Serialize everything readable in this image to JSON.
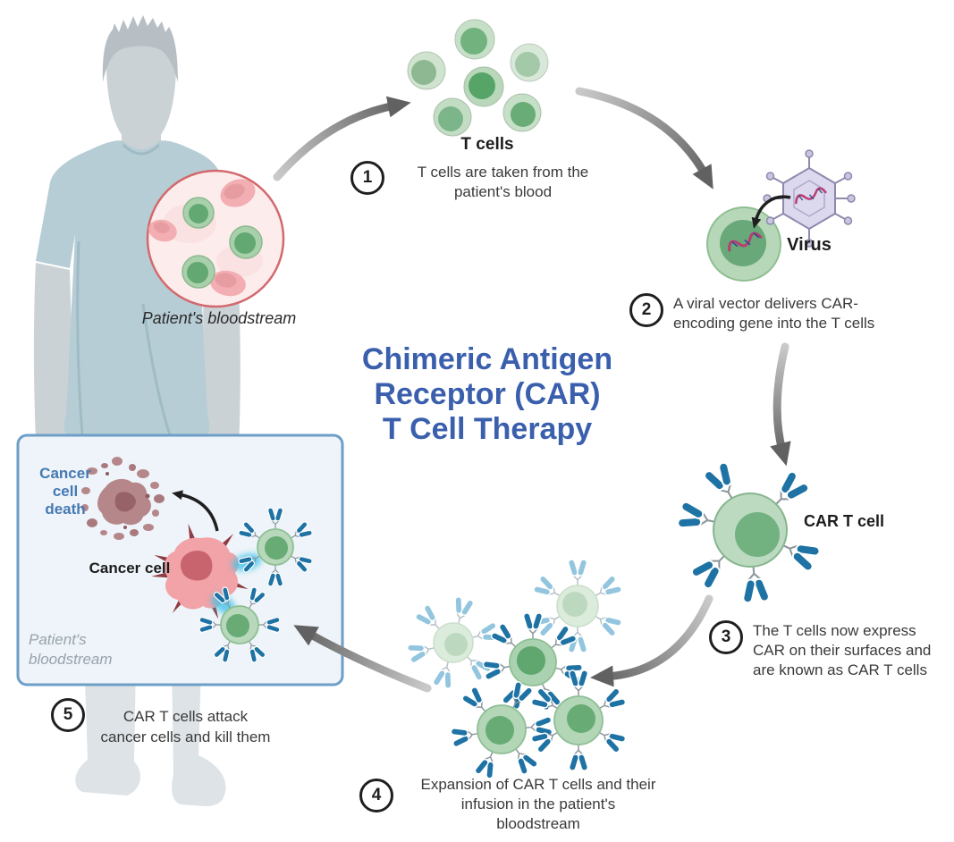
{
  "title": "Chimeric Antigen\nReceptor (CAR)\nT Cell Therapy",
  "labels": {
    "patient_bloodstream": "Patient's bloodstream",
    "t_cells": "T cells",
    "virus": "Virus",
    "car_t_cell": "CAR T cell",
    "cancer_cell": "Cancer cell",
    "cancer_cell_death": "Cancer\ncell\ndeath",
    "box_bloodstream": "Patient's\nbloodstream"
  },
  "steps": [
    {
      "number": "1",
      "text": "T cells are taken from the\npatient's blood"
    },
    {
      "number": "2",
      "text": "A viral vector delivers CAR-\nencoding gene into the T cells"
    },
    {
      "number": "3",
      "text": "The T cells now express\nCAR on their surfaces and\nare known as CAR T cells"
    },
    {
      "number": "4",
      "text": "Expansion of CAR T cells and their\ninfusion in the patient's\nbloodstream"
    },
    {
      "number": "5",
      "text": "CAR T cells attack\ncancer cells and kill them"
    }
  ],
  "colors": {
    "title_blue": "#3a5fad",
    "step_text": "#3a3a3a",
    "cell_body_green": "#b7d8bb",
    "cell_nucleus_green": "#68ab75",
    "faded_cell_body": "#dcecdc",
    "receptor_blue": "#1e72a4",
    "receptor_faded_blue": "#93c6de",
    "cancer_cell_pink": "#f1a3a7",
    "cancer_nucleus": "#c8646d",
    "cancer_spike_red": "#8e3d45",
    "debris_mauve": "#b5878a",
    "glow_cyan": "#3fc3e8",
    "box_fill": "#eef4f9",
    "box_border": "#6d9ec6",
    "death_label_blue": "#4679b3",
    "box_label_gray": "#98a3ab",
    "virus_lavender": "#dcd9ee",
    "virus_border": "#8d89ad",
    "dna_pink": "#b93d72",
    "bloodstream_fill": "#fdecec",
    "bloodstream_border": "#d2696e",
    "rbc_pink": "#f2aeb2",
    "arrow_gray": "#616161",
    "shirt_blue": "#b7cdd5",
    "skin_gray": "#cbd2d6",
    "legs_gray": "#dde3e6"
  }
}
